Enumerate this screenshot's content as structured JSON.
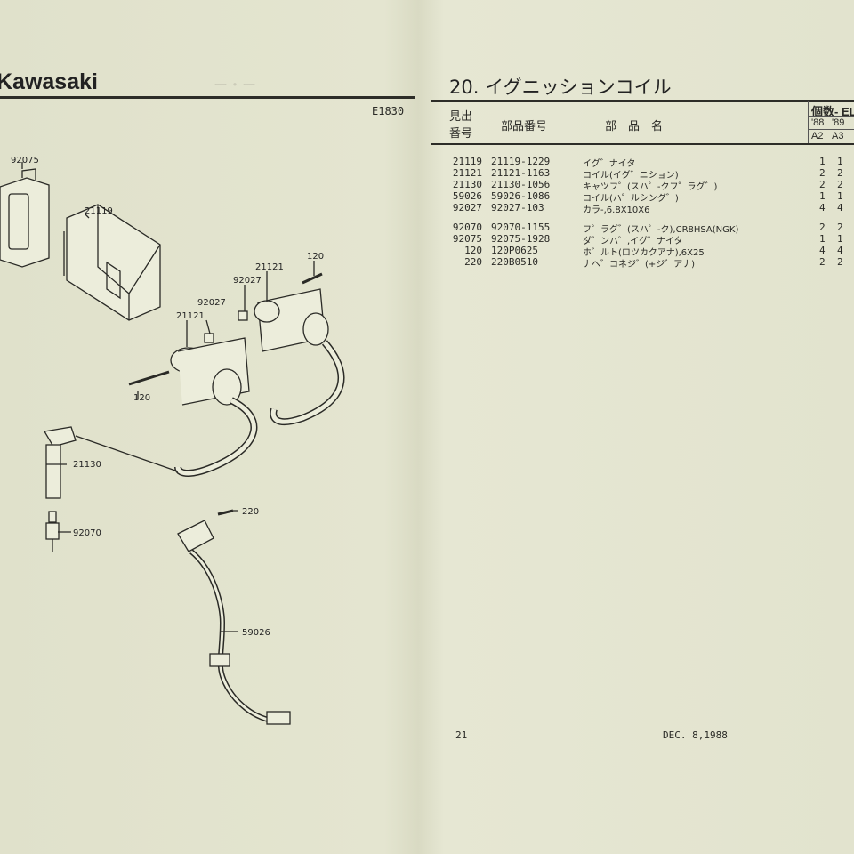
{
  "left_page": {
    "brand": "Kawasaki",
    "code": "E1830",
    "callouts": [
      "92075",
      "21119",
      "21121",
      "120",
      "92027",
      "92027",
      "21121",
      "120",
      "21130",
      "92070",
      "220",
      "59026"
    ],
    "page_number": ""
  },
  "right_page": {
    "title": "20. イグニッションコイル",
    "headers": {
      "ref_no": "見出\n番号",
      "ref_no_l1": "見出",
      "ref_no_l2": "番号",
      "part_no": "部品番号",
      "part_name": "部　品　名",
      "qty": "個数- EL",
      "years": [
        "'88",
        "'89"
      ],
      "models": [
        "A2",
        "A3"
      ]
    },
    "rows": [
      {
        "ref": "21119",
        "part": "21119-1229",
        "name": "イグ゛ナイタ",
        "q1": "1",
        "q2": "1"
      },
      {
        "ref": "21121",
        "part": "21121-1163",
        "name": "コイル(イグ゛ニション)",
        "q1": "2",
        "q2": "2"
      },
      {
        "ref": "21130",
        "part": "21130-1056",
        "name": "キャツフ゜(スハ゜-クフ゜ラグ゛)",
        "q1": "2",
        "q2": "2"
      },
      {
        "ref": "59026",
        "part": "59026-1086",
        "name": "コイル(ハ゜ルシング゛)",
        "q1": "1",
        "q2": "1"
      },
      {
        "ref": "92027",
        "part": "92027-103",
        "name": "カラ-,6.8X10X6",
        "q1": "4",
        "q2": "4"
      },
      {
        "ref": "92070",
        "part": "92070-1155",
        "name": "フ゜ラグ゛(スハ゜-ク),CR8HSA(NGK)",
        "q1": "2",
        "q2": "2"
      },
      {
        "ref": "92075",
        "part": "92075-1928",
        "name": "ダ゛ンハ゜,イグ゛ナイタ",
        "q1": "1",
        "q2": "1"
      },
      {
        "ref": "120",
        "part": "120P0625",
        "name": "ホ゛ルト(ロツカクアナ),6X25",
        "q1": "4",
        "q2": "4"
      },
      {
        "ref": "220",
        "part": "220B0510",
        "name": "ナヘ゛コネジ゛(+ジ゛アナ)",
        "q1": "2",
        "q2": "2"
      }
    ],
    "page_number": "21",
    "date": "DEC. 8,1988"
  }
}
